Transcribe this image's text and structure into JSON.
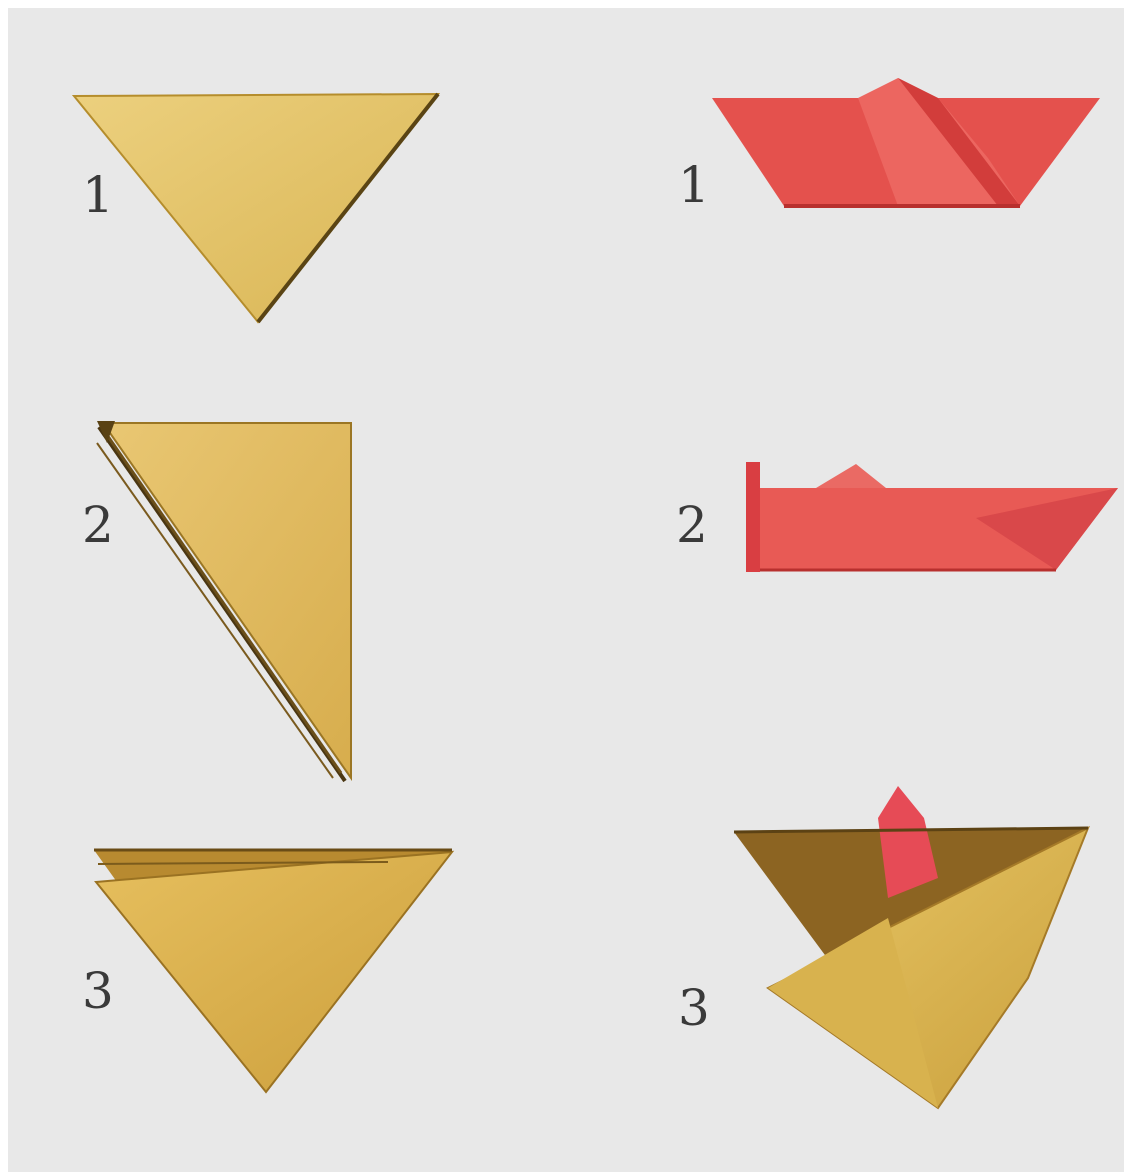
{
  "left_column": {
    "steps": [
      {
        "label": "1",
        "paper_color": "#e2c06a"
      },
      {
        "label": "2",
        "paper_color": "#e2c06a"
      },
      {
        "label": "3",
        "paper_color": "#d9b14f"
      }
    ]
  },
  "right_column": {
    "steps": [
      {
        "label": "1",
        "paper_color": "#e85a55"
      },
      {
        "label": "2",
        "paper_color": "#e85a55"
      },
      {
        "label": "3",
        "paper_color": "#d9b14f",
        "inner_color": "#e64b56"
      }
    ]
  }
}
